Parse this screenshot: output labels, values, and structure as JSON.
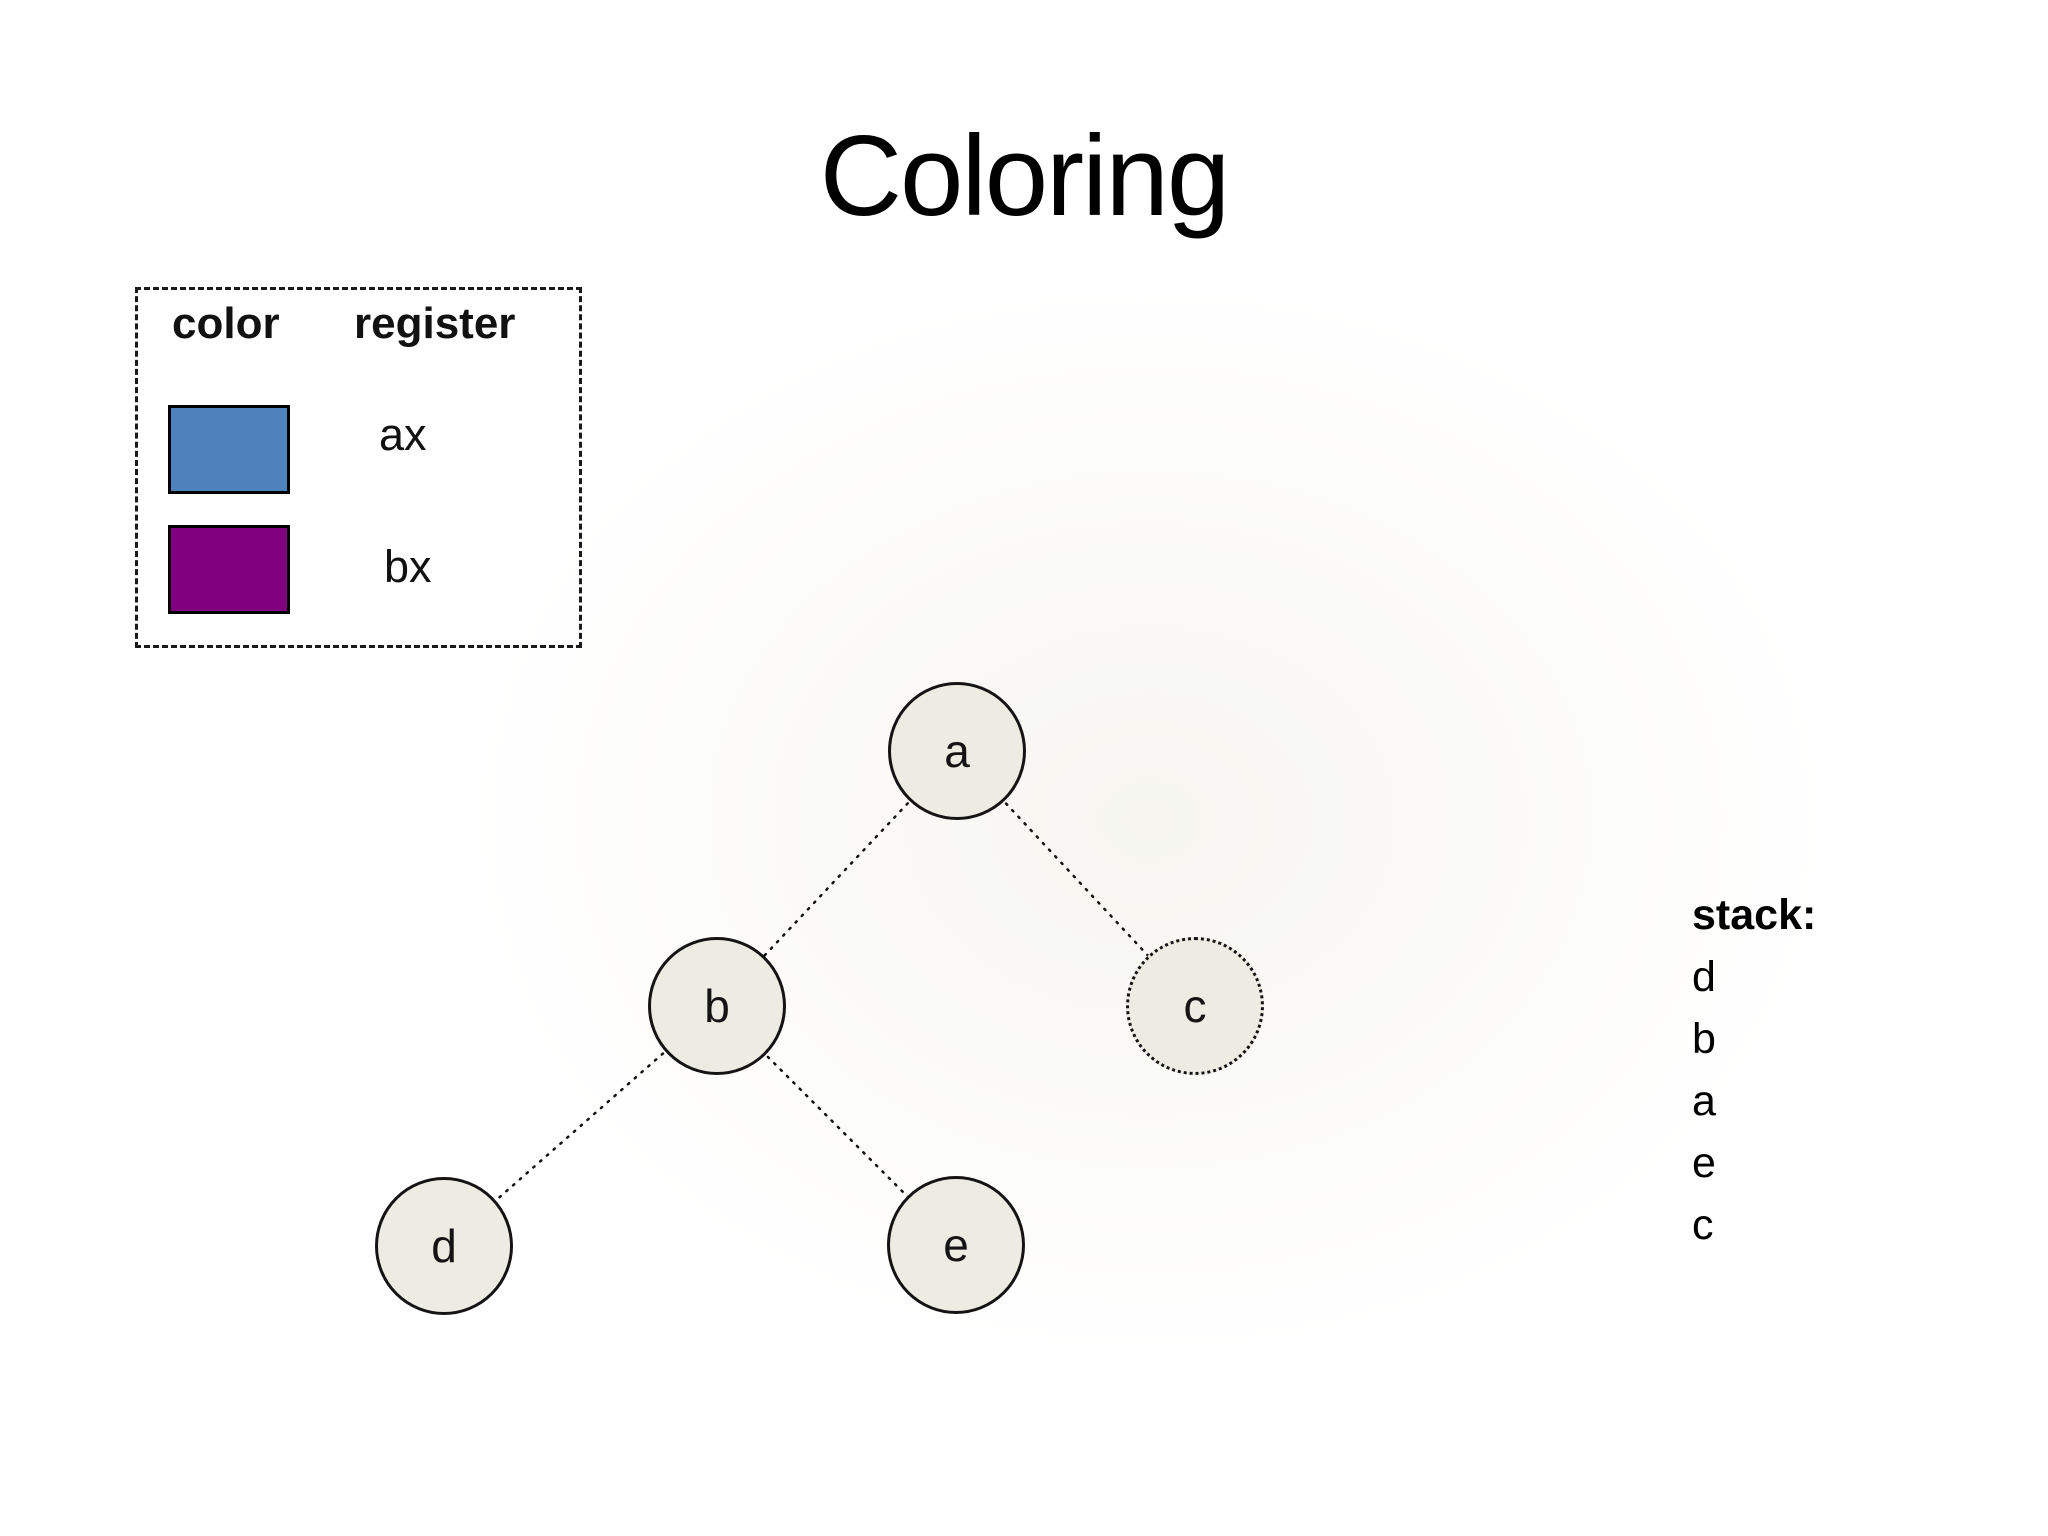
{
  "title": "Coloring",
  "legend": {
    "header_color": "color",
    "header_register": "register",
    "rows": [
      {
        "color_name": "blue",
        "color_hex": "#4f81bd",
        "register": "ax"
      },
      {
        "color_name": "purple",
        "color_hex": "#800080",
        "register": "bx"
      }
    ]
  },
  "graph": {
    "node_fill": "#edece3",
    "node_border_color": "#141414",
    "edge_color": "#111111",
    "edge_style": "dotted",
    "nodes": [
      {
        "id": "a",
        "label": "a",
        "border": "solid"
      },
      {
        "id": "b",
        "label": "b",
        "border": "solid"
      },
      {
        "id": "c",
        "label": "c",
        "border": "dotted"
      },
      {
        "id": "d",
        "label": "d",
        "border": "solid"
      },
      {
        "id": "e",
        "label": "e",
        "border": "solid"
      }
    ],
    "edges": [
      {
        "from": "a",
        "to": "b"
      },
      {
        "from": "a",
        "to": "c"
      },
      {
        "from": "b",
        "to": "d"
      },
      {
        "from": "b",
        "to": "e"
      }
    ]
  },
  "stack": {
    "label": "stack:",
    "items": [
      "d",
      "b",
      "a",
      "e",
      "c"
    ]
  }
}
